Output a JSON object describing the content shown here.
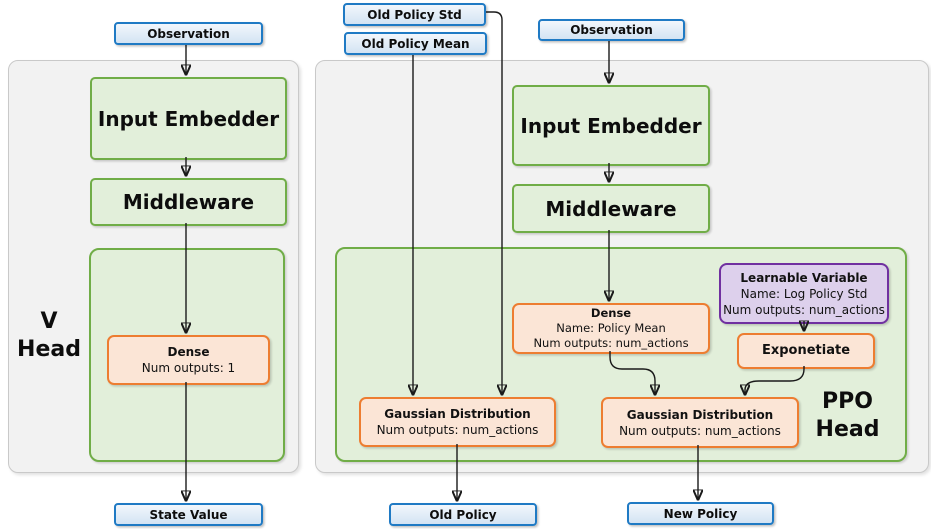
{
  "colors": {
    "blue_border": "#1f7ac4",
    "blue_fill_top": "#f2f7fc",
    "blue_fill_bottom": "#d3e3f3",
    "green_border": "#70ad47",
    "green_fill": "#e2efda",
    "orange_border": "#ed7d31",
    "orange_fill": "#fbe5d6",
    "purple_border": "#7030a0",
    "purple_fill": "#ddd0ec",
    "panel_fill": "#f2f2f2",
    "panel_border": "#c9c9c9",
    "line_color": "#1a1a1a"
  },
  "left": {
    "label_line1": "V",
    "label_line2": "Head",
    "observation": "Observation",
    "input_embedder": "Input Embedder",
    "middleware": "Middleware",
    "dense_title": "Dense",
    "dense_line2": "Num outputs: 1",
    "output": "State Value"
  },
  "right": {
    "label_line1": "PPO",
    "label_line2": "Head",
    "old_policy_std": "Old Policy Std",
    "old_policy_mean": "Old Policy Mean",
    "observation": "Observation",
    "input_embedder": "Input Embedder",
    "middleware": "Middleware",
    "dense_title": "Dense",
    "dense_line2": "Name: Policy Mean",
    "dense_line3": "Num outputs: num_actions",
    "learnable_title": "Learnable Variable",
    "learnable_line2": "Name: Log Policy Std",
    "learnable_line3": "Num outputs: num_actions",
    "exponetiate": "Exponetiate",
    "gaussian_old_title": "Gaussian Distribution",
    "gaussian_old_line2": "Num outputs: num_actions",
    "gaussian_new_title": "Gaussian Distribution",
    "gaussian_new_line2": "Num outputs: num_actions",
    "old_policy": "Old Policy",
    "new_policy": "New Policy"
  }
}
